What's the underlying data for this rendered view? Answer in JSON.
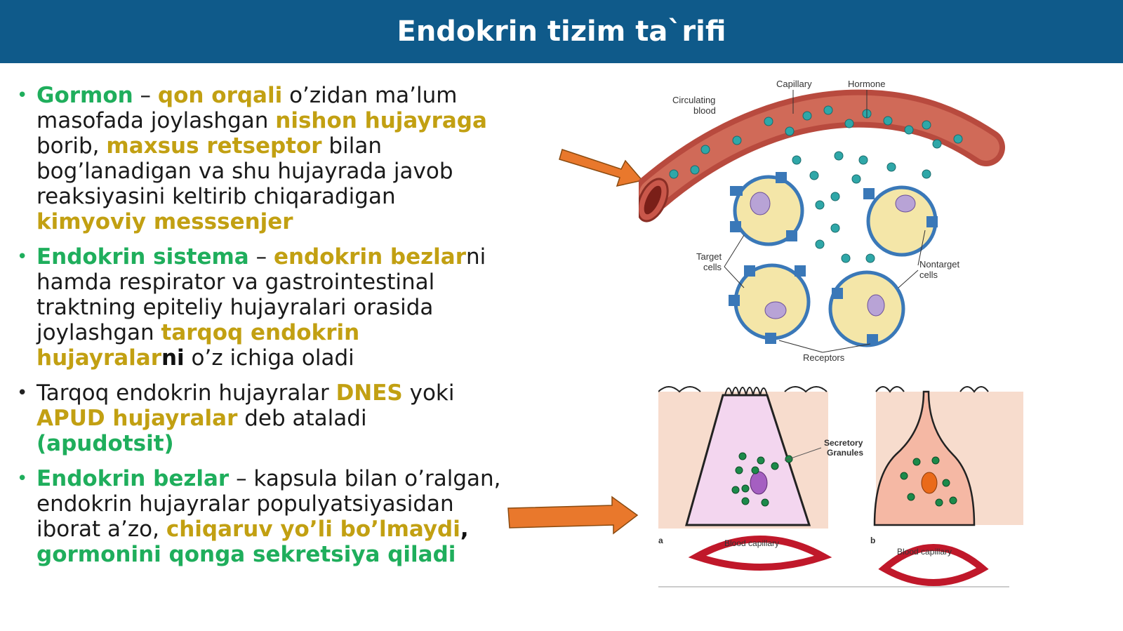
{
  "slide": {
    "title": "Endokrin tizim ta`rifi"
  },
  "bullets": {
    "b1": {
      "t1": "Gormon",
      "t2": " – ",
      "t3": "qon orqali",
      "t4": " o’zidan ma’lum masofada joylashgan ",
      "t5": "nishon hujayraga",
      "t6": " borib, ",
      "t7": "maxsus retseptor",
      "t8": " bilan bog’lanadigan va shu hujayrada javob reaksiyasini keltirib chiqaradigan ",
      "t9": "kimyoviy messsenjer"
    },
    "b2": {
      "t1": "Endokrin sistema",
      "t2": " – ",
      "t3": "endokrin bezlar",
      "t4": "ni hamda respirator va gastrointestinal traktning epiteliy hujayralari orasida joylashgan ",
      "t5": "tarqoq endokrin hujayralar",
      "t6": "ni",
      "t7": " o’z ichiga oladi"
    },
    "b3": {
      "t1": "Tarqoq endokrin hujayralar ",
      "t2": "DNES",
      "t3": " yoki ",
      "t4": "APUD hujayralar",
      "t5": " deb ataladi ",
      "t6": "(apudotsit)"
    },
    "b4": {
      "t1": "Endokrin bezlar",
      "t2": " – kapsula bilan o’ralgan, endokrin hujayralar populyatsiyasidan iborat a’zo, ",
      "t3": "chiqaruv yo’li bo’lmaydi",
      "t4": ",",
      "t5": " gormonini qonga sekretsiya qiladi"
    }
  },
  "figure_top": {
    "capillary": "Capillary",
    "hormone": "Hormone",
    "circulating_1": "Circulating",
    "circulating_2": "blood",
    "target_1": "Target",
    "target_2": "cells",
    "nontarget_1": "Nontarget",
    "nontarget_2": "cells",
    "receptors": "Receptors"
  },
  "figure_bottom": {
    "secretory_1": "Secretory",
    "secretory_2": "Granules",
    "blood_capillary": "Blood capillary",
    "panel_a": "a",
    "panel_b": "b"
  },
  "colors": {
    "title_bg": "#0f5a8a",
    "green": "#1fae5c",
    "gold": "#c2a012",
    "arrow": "#e9782c"
  }
}
